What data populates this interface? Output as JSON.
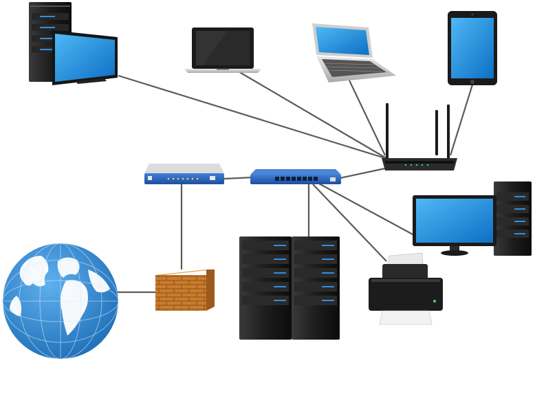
{
  "diagram": {
    "type": "network-topology",
    "nodes": [
      {
        "id": "desktop-pc",
        "icon": "desktop-computer-icon"
      },
      {
        "id": "laptop",
        "icon": "laptop-icon"
      },
      {
        "id": "netbook",
        "icon": "netbook-icon"
      },
      {
        "id": "tablet",
        "icon": "tablet-icon"
      },
      {
        "id": "wireless-router",
        "icon": "wireless-router-icon"
      },
      {
        "id": "modem",
        "icon": "modem-icon"
      },
      {
        "id": "network-switch",
        "icon": "network-switch-icon"
      },
      {
        "id": "internet",
        "icon": "globe-icon"
      },
      {
        "id": "firewall",
        "icon": "firewall-icon"
      },
      {
        "id": "server-rack",
        "icon": "server-rack-icon"
      },
      {
        "id": "printer",
        "icon": "printer-icon"
      },
      {
        "id": "workstation",
        "icon": "workstation-icon"
      }
    ],
    "edges": [
      {
        "from": "desktop-pc",
        "to": "wireless-router"
      },
      {
        "from": "laptop",
        "to": "wireless-router"
      },
      {
        "from": "netbook",
        "to": "wireless-router"
      },
      {
        "from": "tablet",
        "to": "wireless-router"
      },
      {
        "from": "wireless-router",
        "to": "network-switch"
      },
      {
        "from": "modem",
        "to": "network-switch"
      },
      {
        "from": "modem",
        "to": "firewall"
      },
      {
        "from": "firewall",
        "to": "internet"
      },
      {
        "from": "network-switch",
        "to": "server-rack"
      },
      {
        "from": "network-switch",
        "to": "printer"
      },
      {
        "from": "network-switch",
        "to": "workstation"
      }
    ],
    "colors": {
      "screen": "#1e8fdc",
      "device-body": "#1a1a1a",
      "switch": "#2560b3",
      "cable": "#5a5a5a",
      "globe-ocean": "#2f86cf",
      "brick": "#c47a2c"
    }
  }
}
